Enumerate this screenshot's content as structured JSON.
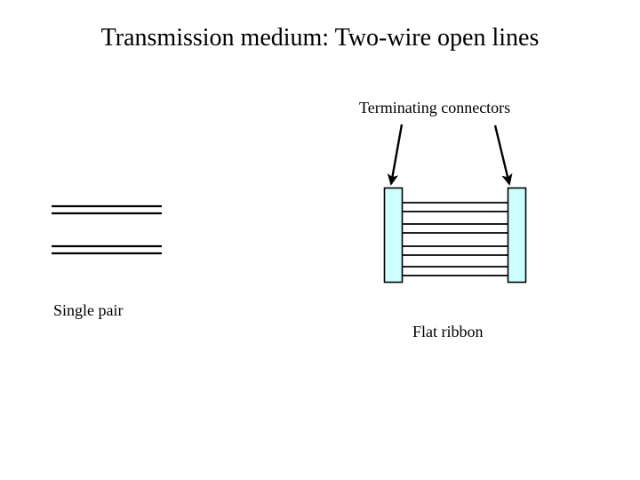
{
  "slide": {
    "title": "Transmission medium: Two-wire open lines",
    "background_color": "#FFFFFF",
    "text_color": "#000000"
  },
  "annotations": {
    "terminating_connectors_label": "Terminating connectors"
  },
  "diagrams": [
    {
      "id": "single-pair",
      "label": "Single pair",
      "description": "Two horizontal wire pairs drawn as double lines",
      "wire_pairs": 2,
      "line_color": "#000000"
    },
    {
      "id": "flat-ribbon",
      "label": "Flat ribbon",
      "description": "Four horizontal wire pairs spanning two terminating connectors",
      "wire_pairs": 4,
      "line_color": "#000000",
      "connector_fill": "#CCFFFF",
      "connector_stroke": "#000000",
      "connector_count": 2
    }
  ],
  "arrows": [
    {
      "name": "arrow-to-left-connector",
      "direction": "down-left"
    },
    {
      "name": "arrow-to-right-connector",
      "direction": "down-right"
    }
  ],
  "colors": {
    "connector_fill": "#CCFFFF",
    "stroke": "#000000",
    "background": "#FFFFFF"
  }
}
